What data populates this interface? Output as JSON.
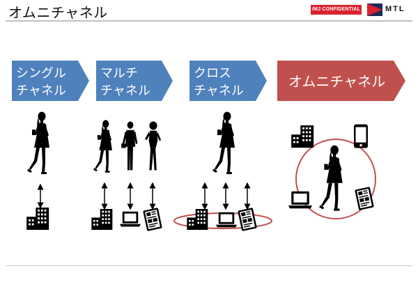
{
  "title": "オムニチャネル",
  "confidential_label": "IMJ CONFIDENTIAL",
  "logo_text": "MTL",
  "colors": {
    "blue_arrow": "#4f81bd",
    "red_arrow": "#c0504d",
    "accent_red": "#d9232e",
    "silhouette": "#000000"
  },
  "channels": [
    {
      "line1": "シングル",
      "line2": "チャネル"
    },
    {
      "line1": "マルチ",
      "line2": "チャネル"
    },
    {
      "line1": "クロス",
      "line2": "チャネル"
    },
    {
      "line1": "オムニチャネル",
      "line2": ""
    }
  ],
  "icons": [
    "woman-silhouette-icon",
    "store-building-icon",
    "laptop-icon",
    "catalog-icon",
    "smartphone-icon"
  ]
}
